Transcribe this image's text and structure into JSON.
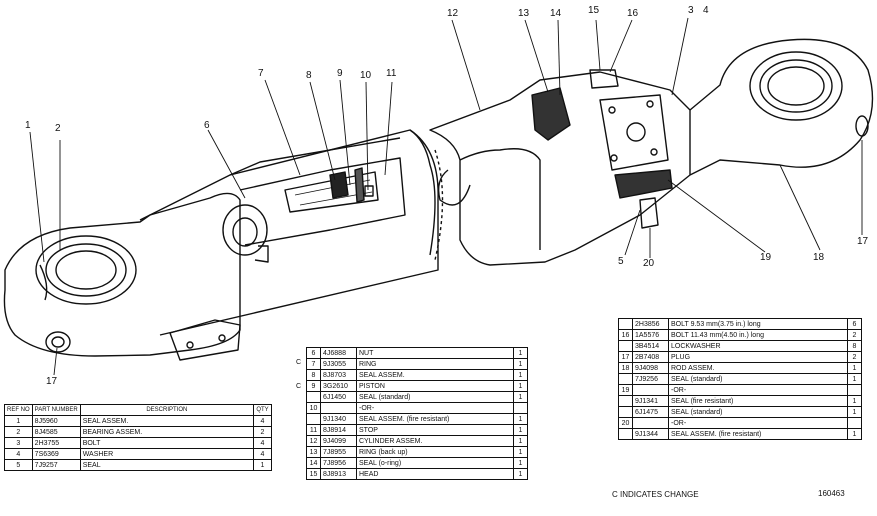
{
  "callouts": [
    "1",
    "2",
    "3",
    "4",
    "5",
    "6",
    "7",
    "8",
    "9",
    "10",
    "11",
    "12",
    "13",
    "14",
    "15",
    "16",
    "17",
    "17",
    "18",
    "19",
    "20"
  ],
  "table_left": {
    "headers": [
      "REF NO",
      "PART NUMBER",
      "DESCRIPTION",
      "QTY"
    ],
    "rows": [
      {
        "ref": "1",
        "part": "8J5960",
        "desc": "SEAL ASSEM.",
        "qty": "4"
      },
      {
        "ref": "2",
        "part": "8J4585",
        "desc": "BEARING ASSEM.",
        "qty": "2"
      },
      {
        "ref": "3",
        "part": "2H3755",
        "desc": "BOLT",
        "qty": "4"
      },
      {
        "ref": "4",
        "part": "7S6369",
        "desc": "WASHER",
        "qty": "4"
      },
      {
        "ref": "5",
        "part": "7J9257",
        "desc": "SEAL",
        "qty": "1"
      }
    ]
  },
  "table_mid": {
    "rows": [
      {
        "c": "",
        "ref": "6",
        "part": "4J6888",
        "desc": "NUT",
        "qty": "1"
      },
      {
        "c": "C",
        "ref": "7",
        "part": "9J3055",
        "desc": "RING",
        "qty": "1"
      },
      {
        "c": "",
        "ref": "8",
        "part": "8J8703",
        "desc": "SEAL ASSEM.",
        "qty": "1"
      },
      {
        "c": "C",
        "ref": "9",
        "part": "3G2610",
        "desc": "PISTON",
        "qty": "1"
      },
      {
        "c": "",
        "ref": "",
        "part": "6J1450",
        "desc": "SEAL (standard)",
        "qty": "1"
      },
      {
        "c": "",
        "ref": "10",
        "part": "",
        "desc": "-OR-",
        "qty": ""
      },
      {
        "c": "",
        "ref": "",
        "part": "9J1340",
        "desc": "SEAL ASSEM. (fire resistant)",
        "qty": "1"
      },
      {
        "c": "",
        "ref": "11",
        "part": "8J8914",
        "desc": "STOP",
        "qty": "1"
      },
      {
        "c": "",
        "ref": "12",
        "part": "9J4099",
        "desc": "CYLINDER ASSEM.",
        "qty": "1"
      },
      {
        "c": "",
        "ref": "13",
        "part": "7J8955",
        "desc": "RING (back up)",
        "qty": "1"
      },
      {
        "c": "",
        "ref": "14",
        "part": "7J8956",
        "desc": "SEAL (o-ring)",
        "qty": "1"
      },
      {
        "c": "",
        "ref": "15",
        "part": "8J8913",
        "desc": "HEAD",
        "qty": "1"
      }
    ]
  },
  "table_right": {
    "rows": [
      {
        "ref": "",
        "part": "2H3856",
        "desc": "BOLT 9.53 mm(3.75 in.) long",
        "qty": "6"
      },
      {
        "ref": "16",
        "part": "1A5576",
        "desc": "BOLT 11.43 mm(4.50 in.) long",
        "qty": "2"
      },
      {
        "ref": "",
        "part": "3B4514",
        "desc": "LOCKWASHER",
        "qty": "8"
      },
      {
        "ref": "17",
        "part": "2B7408",
        "desc": "PLUG",
        "qty": "2"
      },
      {
        "ref": "18",
        "part": "9J4098",
        "desc": "ROD ASSEM.",
        "qty": "1"
      },
      {
        "ref": "",
        "part": "7J9256",
        "desc": "SEAL (standard)",
        "qty": "1"
      },
      {
        "ref": "19",
        "part": "",
        "desc": "-OR-",
        "qty": ""
      },
      {
        "ref": "",
        "part": "9J1341",
        "desc": "SEAL (fire resistant)",
        "qty": "1"
      },
      {
        "ref": "",
        "part": "6J1475",
        "desc": "SEAL (standard)",
        "qty": "1"
      },
      {
        "ref": "20",
        "part": "",
        "desc": "-OR-",
        "qty": ""
      },
      {
        "ref": "",
        "part": "9J1344",
        "desc": "SEAL ASSEM. (fire resistant)",
        "qty": "1"
      }
    ]
  },
  "footer": {
    "change_note": "C INDICATES CHANGE",
    "figure_number": "160463"
  }
}
